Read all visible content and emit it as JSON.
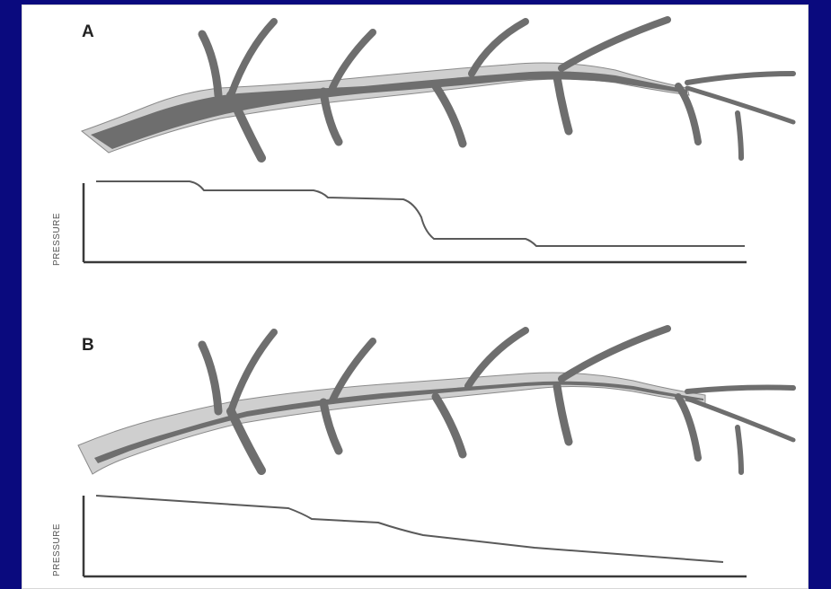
{
  "colors": {
    "background": "#0a0a7e",
    "figure": "#ffffff",
    "lumen": "#6e6e6e",
    "vessel_wall": "#cfcfcf",
    "axes": "#3a3a3a",
    "curve": "#5a5a5a"
  },
  "panels": [
    {
      "label": "A",
      "ylabel": "PRESSURE",
      "description_tokens": []
    },
    {
      "label": "B",
      "ylabel": "PRESSURE",
      "description_tokens": []
    }
  ]
}
